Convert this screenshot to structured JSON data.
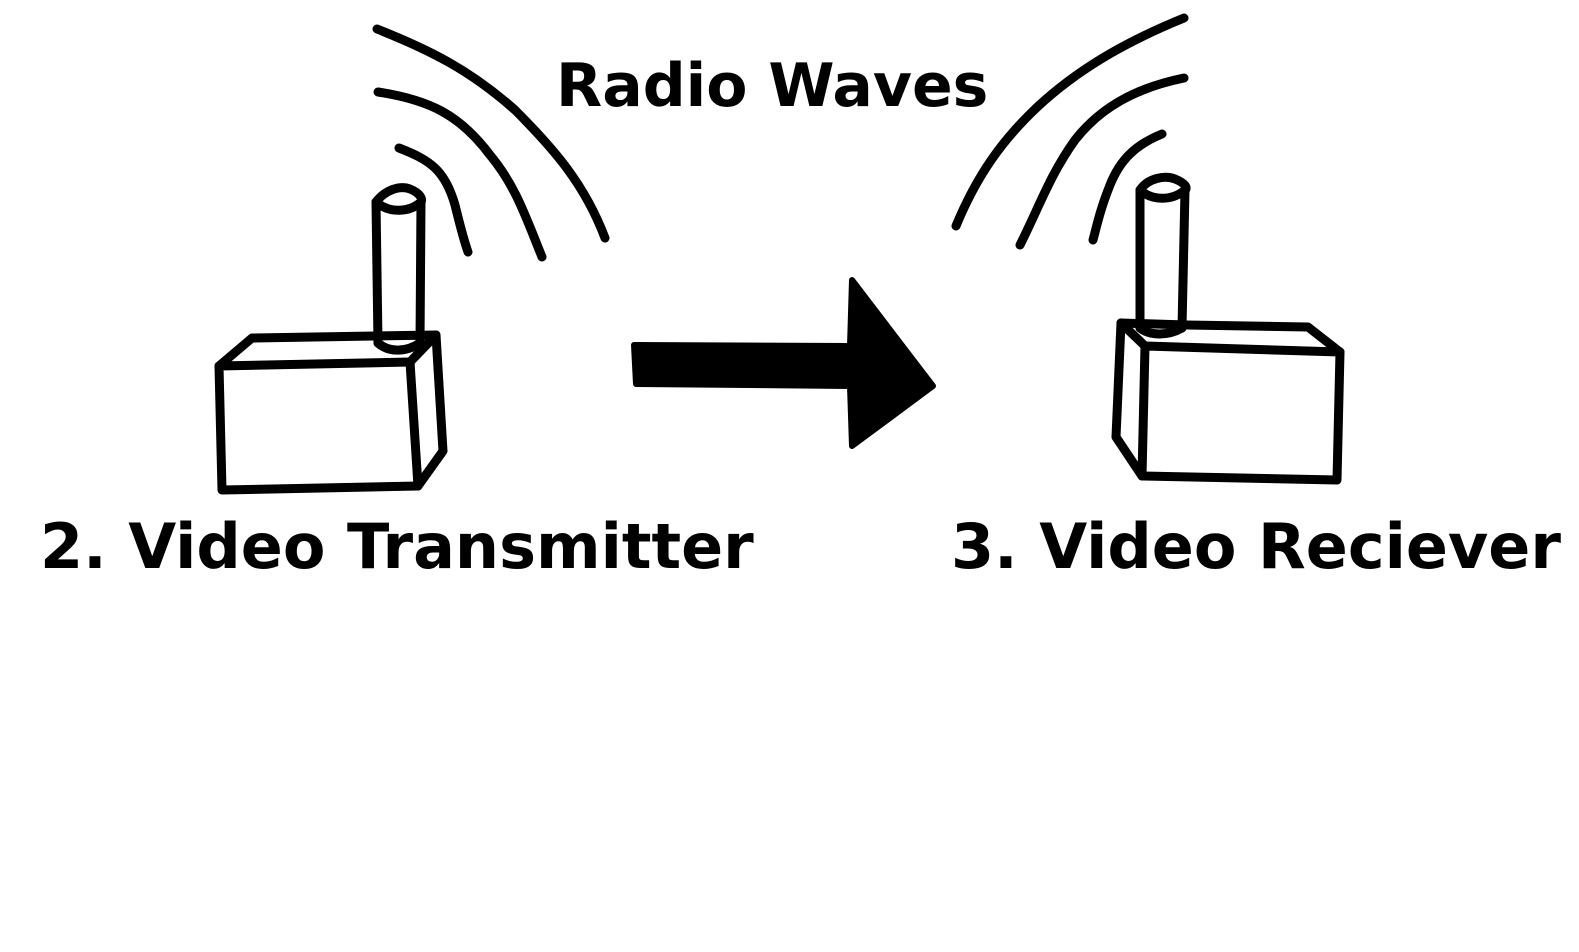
{
  "diagram": {
    "waves_label": "Radio Waves",
    "transmitter_label": "2. Video Transmitter",
    "receiver_label": "3. Video Reciever",
    "colors": {
      "ink": "#000000",
      "background": "#ffffff"
    },
    "icons": {
      "transmitter": "transmitter-box-icon",
      "receiver": "receiver-box-icon",
      "arrow": "arrow-right-icon",
      "waves": "radio-waves-icon"
    }
  }
}
